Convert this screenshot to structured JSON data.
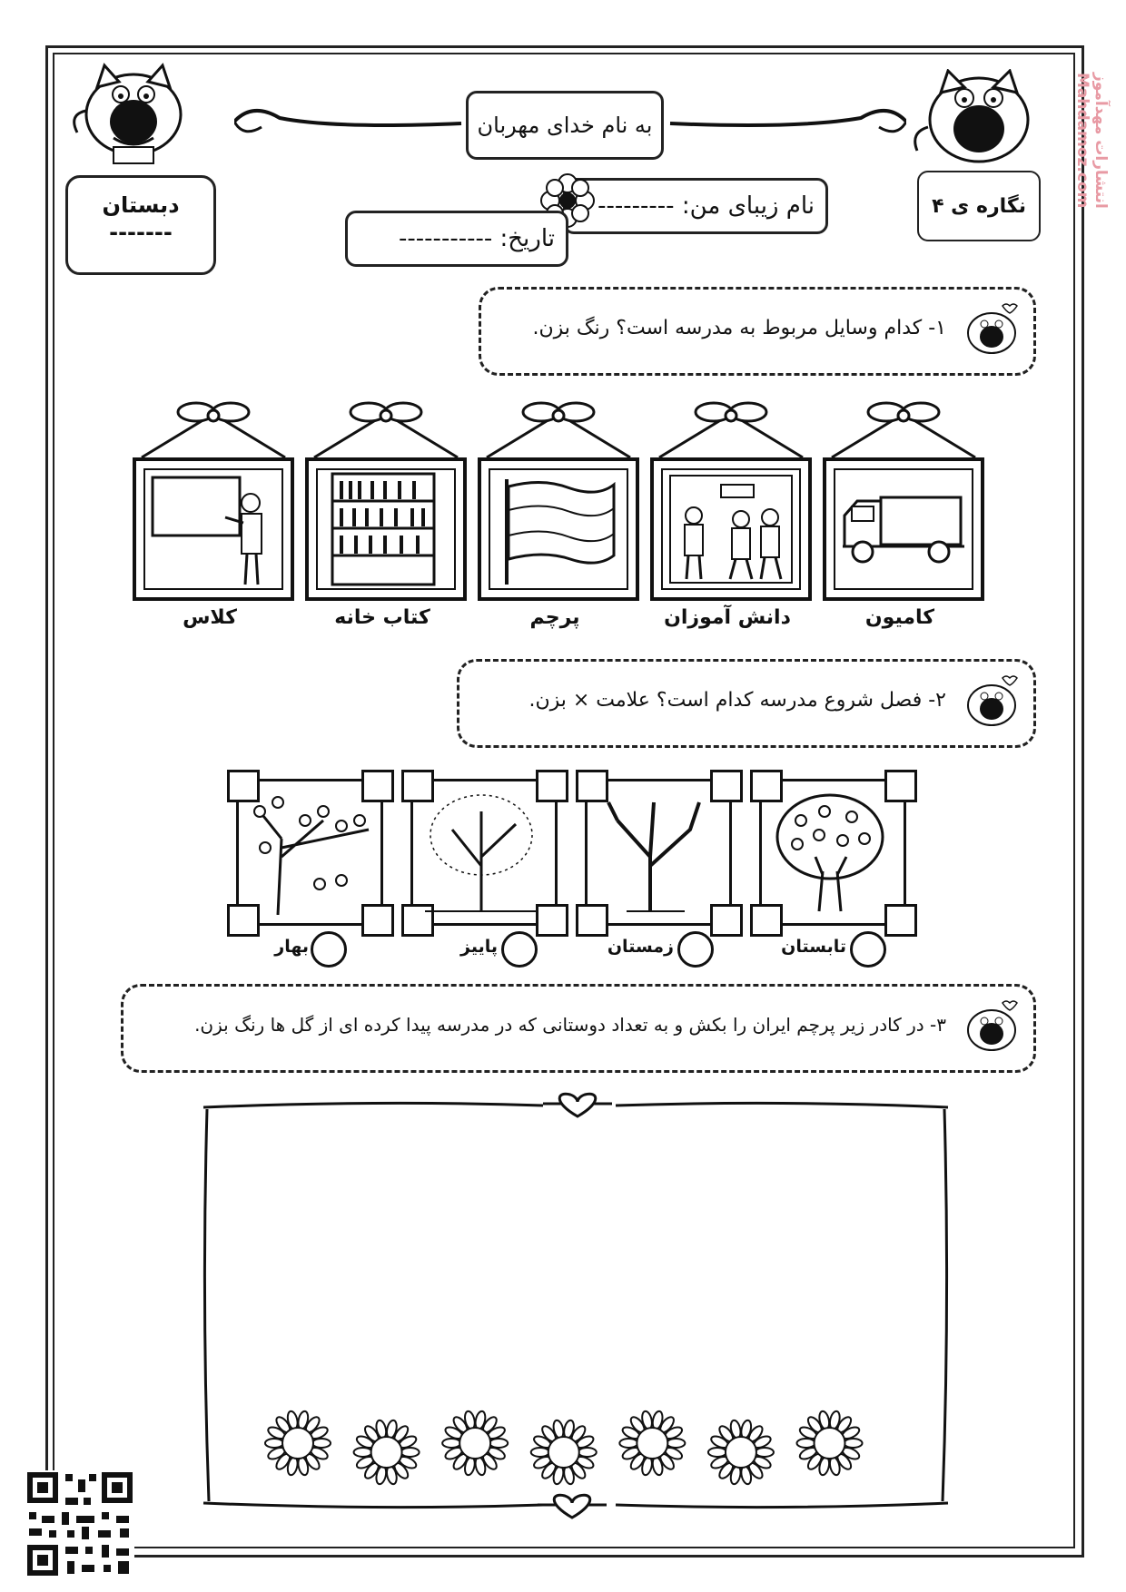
{
  "header": {
    "title": "به نام خدای مهربان",
    "name_label": "نام زیبای من: ---------",
    "date_label": "تاریخ: -----------",
    "school_label": "دبستان",
    "school_line": "-------",
    "lesson_label": "نگاره ی ۴"
  },
  "sidebar_text": "انتشارات مهدآموز Mahdamoz.com",
  "questions": {
    "q1": "۱- کدام وسایل مربوط به مدرسه است؟ رنگ بزن.",
    "q2": "۲- فصل شروع مدرسه کدام است؟ علامت × بزن.",
    "q3": "۳- در کادر زیر پرچم ایران را بکش و به تعداد دوستانی که در مدرسه پیدا کرده ای از گل ها رنگ بزن."
  },
  "q1_items": [
    {
      "label": "کامیون",
      "icon": "truck-icon"
    },
    {
      "label": "دانش آموزان",
      "icon": "students-icon"
    },
    {
      "label": "پرچم",
      "icon": "flag-icon"
    },
    {
      "label": "کتاب خانه",
      "icon": "bookshelf-icon"
    },
    {
      "label": "کلاس",
      "icon": "teacher-icon"
    }
  ],
  "q2_items": [
    {
      "label": "تابستان",
      "icon": "summer-tree-icon"
    },
    {
      "label": "زمستان",
      "icon": "winter-tree-icon"
    },
    {
      "label": "پاییز",
      "icon": "autumn-tree-icon"
    },
    {
      "label": "بهار",
      "icon": "spring-tree-icon"
    }
  ],
  "flower_count": 7
}
